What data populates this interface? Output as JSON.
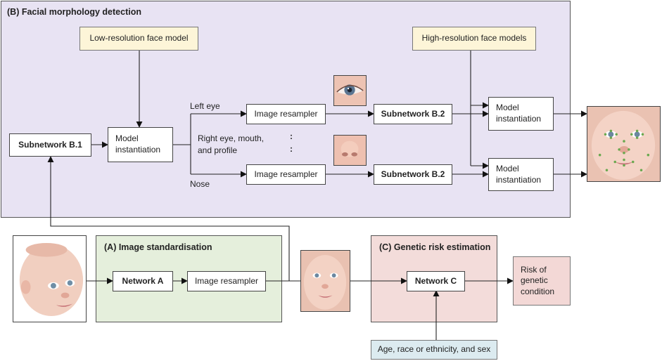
{
  "panels": {
    "b_title": "(B) Facial morphology detection",
    "a_title": "(A) Image standardisation",
    "c_title": "(C) Genetic risk estimation"
  },
  "boxes": {
    "low_res_model": "Low-resolution face model",
    "high_res_models": "High-resolution face models",
    "subnetwork_b1": "Subnetwork B.1",
    "model_instantiation": "Model instantiation",
    "image_resampler": "Image resampler",
    "subnetwork_b2": "Subnetwork B.2",
    "network_a": "Network A",
    "network_c": "Network C",
    "risk": "Risk of genetic condition",
    "inputs": "Age, race or ethnicity, and sex"
  },
  "branch_labels": {
    "left_eye": "Left eye",
    "other_line1": "Right eye, mouth,",
    "other_line2": "and profile",
    "nose": "Nose",
    "ellipsis": ":"
  },
  "images": {
    "baby_input": "baby-face-photo",
    "eye_crop": "eye-crop-photo",
    "nose_crop": "nose-crop-photo",
    "standardised_face": "standardised-face-photo",
    "landmarked_face": "face-with-landmarks-photo"
  },
  "colors": {
    "panel_b": "#e8e3f3",
    "panel_a": "#e5efdc",
    "panel_c": "#f3dcda",
    "model_box": "#fdf5d8",
    "input_box": "#dcebf0",
    "landmark": "#6aa84f"
  }
}
